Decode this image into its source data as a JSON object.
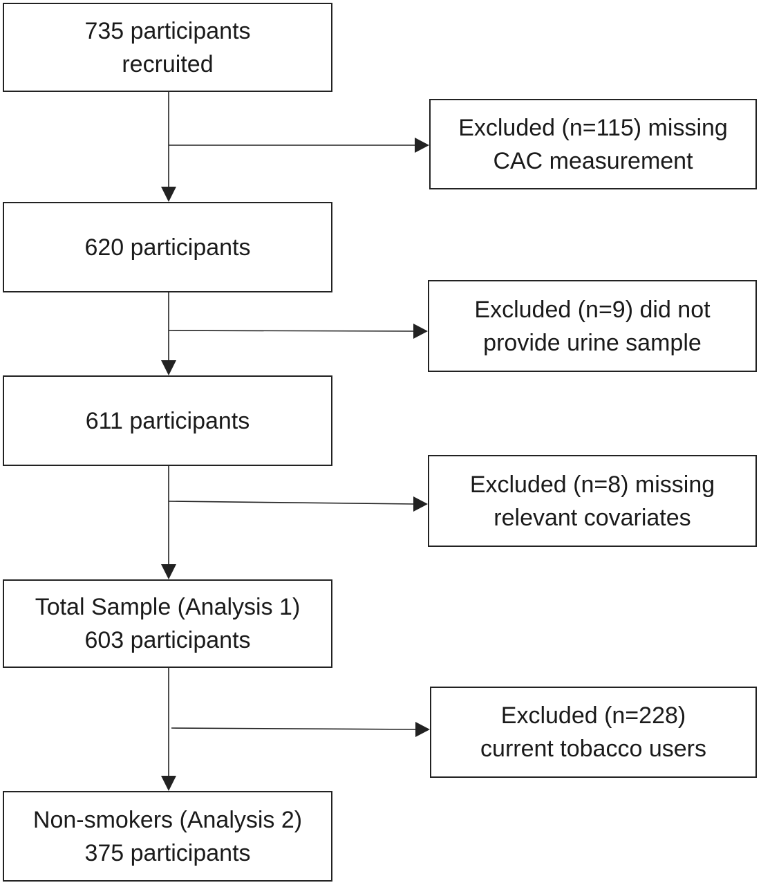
{
  "flowchart": {
    "main_steps": [
      {
        "line1": "735 participants",
        "line2": "recruited"
      },
      {
        "line1": "620 participants",
        "line2": ""
      },
      {
        "line1": "611 participants",
        "line2": ""
      },
      {
        "line1": "Total Sample (Analysis 1)",
        "line2": "603 participants"
      },
      {
        "line1": "Non-smokers (Analysis 2)",
        "line2": "375 participants"
      }
    ],
    "exclusions": [
      {
        "line1": "Excluded (n=115) missing",
        "line2": "CAC measurement"
      },
      {
        "line1": "Excluded (n=9) did not",
        "line2": "provide urine sample"
      },
      {
        "line1": "Excluded (n=8) missing",
        "line2": "relevant covariates"
      },
      {
        "line1": "Excluded (n=228)",
        "line2": "current tobacco users"
      }
    ]
  }
}
